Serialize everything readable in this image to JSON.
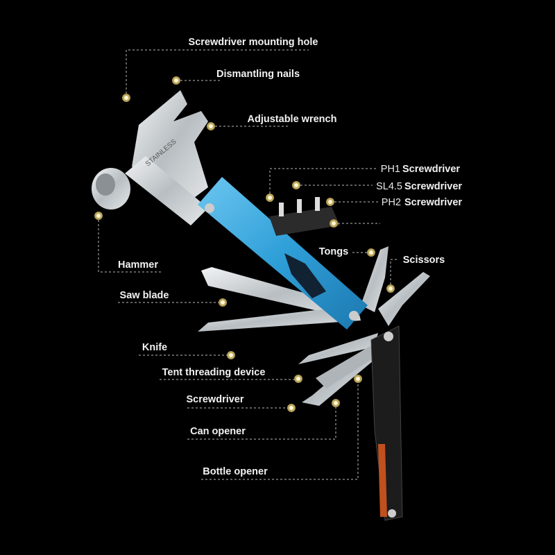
{
  "colors": {
    "background": "#000000",
    "marker": "#c8b46a",
    "handle_blue": "#2f9fd8",
    "handle_black": "#1c1c1c",
    "steel": "#cfd3d6",
    "label": "#f2f2f2"
  },
  "tool_engraving": "STAINLESS",
  "labels": {
    "mounting_hole": "Screwdriver mounting hole",
    "dismantling_nails": "Dismantling nails",
    "wrench": "Adjustable wrench",
    "ph1_code": "PH1",
    "ph1_name": "Screwdriver",
    "sl45_code": "SL4.5",
    "sl45_name": "Screwdriver",
    "ph2_code": "PH2",
    "ph2_name": "Screwdriver",
    "tongs": "Tongs",
    "scissors": "Scissors",
    "hammer": "Hammer",
    "saw": "Saw blade",
    "knife": "Knife",
    "tent": "Tent threading device",
    "screwdriver": "Screwdriver",
    "can_opener": "Can opener",
    "bottle_opener": "Bottle opener"
  }
}
